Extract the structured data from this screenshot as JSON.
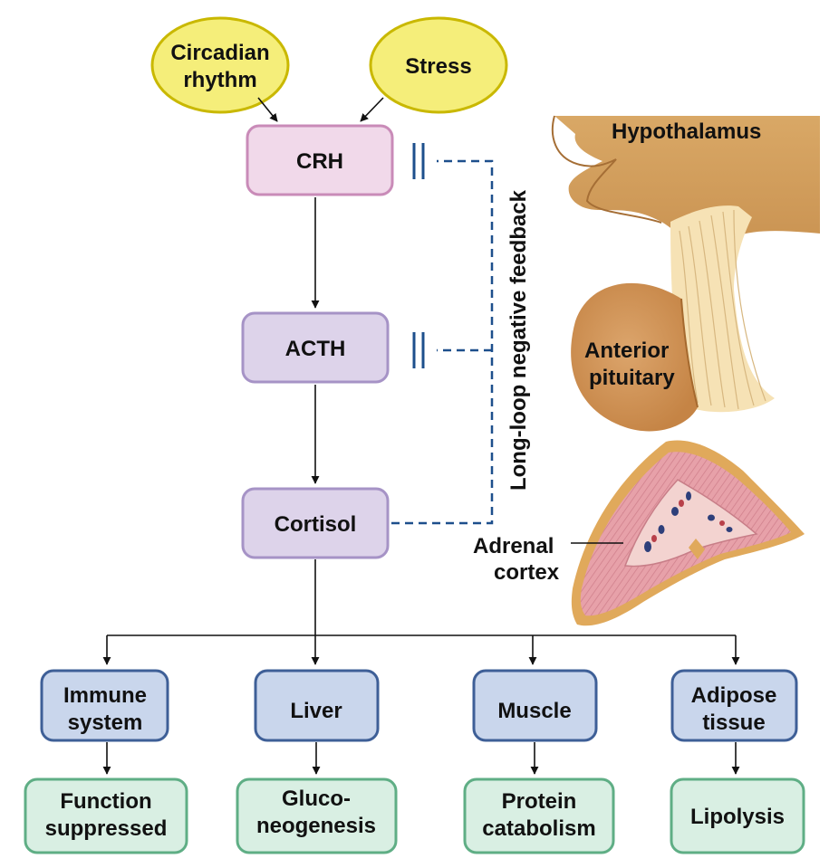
{
  "inputs": {
    "circadian": [
      "Circadian",
      "rhythm"
    ],
    "stress": "Stress"
  },
  "axis": {
    "crh": "CRH",
    "acth": "ACTH",
    "cortisol": "Cortisol"
  },
  "feedback_label": "Long-loop negative feedback",
  "targets": [
    {
      "organ": [
        "Immune",
        "system"
      ],
      "effect": [
        "Function",
        "suppressed"
      ]
    },
    {
      "organ": [
        "Liver"
      ],
      "effect": [
        "Gluco-",
        "neogenesis"
      ]
    },
    {
      "organ": [
        "Muscle"
      ],
      "effect": [
        "Protein",
        "catabolism"
      ]
    },
    {
      "organ": [
        "Adipose",
        "tissue"
      ],
      "effect": [
        "Lipolysis"
      ]
    }
  ],
  "anatomy": {
    "hypothalamus": "Hypothalamus",
    "anterior_pituitary": [
      "Anterior",
      "pituitary"
    ],
    "adrenal_cortex": [
      "Adrenal",
      "cortex"
    ]
  },
  "colors": {
    "input_fill": "#f5ee7a",
    "input_stroke": "#c9b800",
    "crh_fill": "#f1d9ea",
    "crh_stroke": "#c98bb8",
    "hormone_fill": "#ddd3ea",
    "hormone_stroke": "#a693c6",
    "organ_fill": "#c9d6ec",
    "organ_stroke": "#3e5f97",
    "effect_fill": "#d9efe3",
    "effect_stroke": "#5fae85",
    "feedback": "#1d4f8c"
  }
}
